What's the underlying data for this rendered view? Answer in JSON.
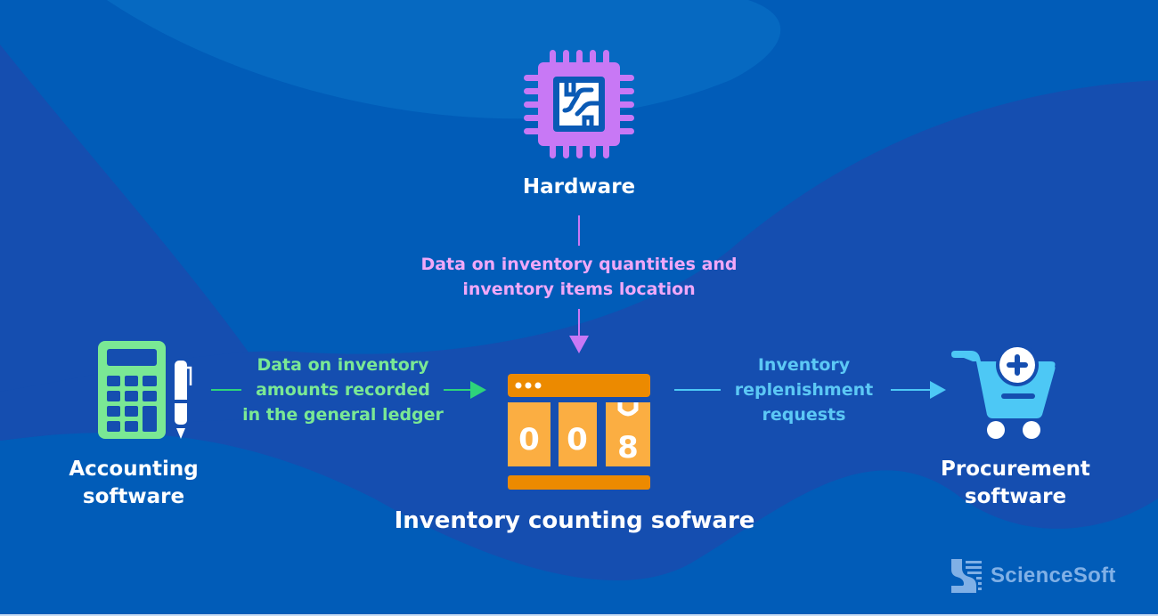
{
  "diagram": {
    "colors": {
      "background": "#015cb8",
      "wave_light": "#0669c1",
      "wave_dark": "#154eb0",
      "hardware_accent": "#c878f5",
      "accounting_accent": "#7ae894",
      "inventory_accent_dark": "#ec8a00",
      "inventory_accent_light": "#fbae42",
      "procurement_accent": "#4dc8f5",
      "text_white": "#ffffff",
      "hardware_flow_text": "#f0a8f8",
      "accounting_flow_text": "#7ae894",
      "procurement_flow_text": "#5cc8f5"
    },
    "nodes": {
      "hardware": {
        "label": "Hardware",
        "icon": "cpu-chip-icon"
      },
      "accounting": {
        "label_line1": "Accounting",
        "label_line2": "software",
        "icon": "calculator-pen-icon"
      },
      "inventory": {
        "label": "Inventory counting sofware",
        "icon": "counter-window-icon",
        "counter_digits": [
          "0",
          "0",
          "8"
        ]
      },
      "procurement": {
        "label_line1": "Procurement",
        "label_line2": "software",
        "icon": "cart-plus-icon"
      }
    },
    "flows": {
      "hardware_to_inventory": {
        "line1": "Data on inventory quantities and",
        "line2": "inventory items location"
      },
      "accounting_to_inventory": {
        "line1": "Data on inventory",
        "line2": "amounts recorded",
        "line3": "in the general ledger"
      },
      "inventory_to_procurement": {
        "line1": "Inventory",
        "line2": "replenishment",
        "line3": "requests"
      }
    },
    "brand": {
      "name": "ScienceSoft",
      "icon": "sciencesoft-logo-icon"
    }
  }
}
